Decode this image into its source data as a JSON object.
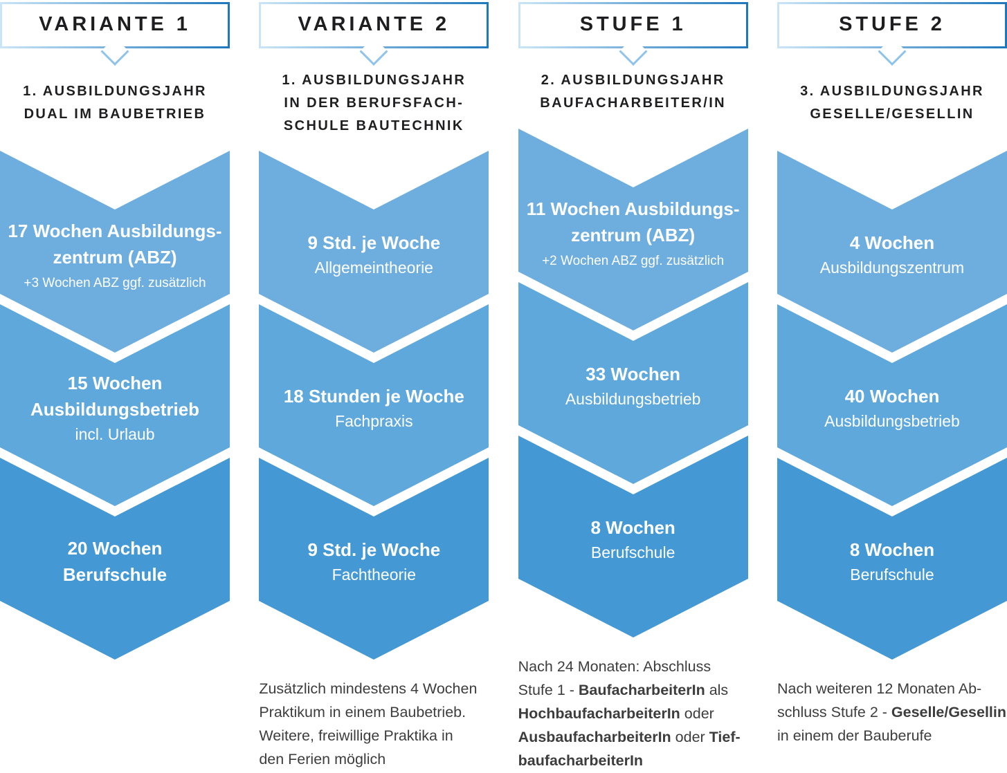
{
  "accent_colors": {
    "chevron_1": "#6EAEDF",
    "chevron_2": "#5FA8DC",
    "chevron_3": "#4499D4",
    "badge_border_from": "#CBE5F7",
    "badge_border_to": "#1E77BC",
    "heading_text": "#1E1E20",
    "footnote_text": "#3D3D3D"
  },
  "columns": [
    {
      "badge": "VARIANTE 1",
      "subtitle": "1. AUSBILDUNGSJAHR\nDUAL IM BAUBETRIEB",
      "chevrons": [
        {
          "bold": "17 Wochen Ausbildungs-\nzentrum (ABZ)",
          "regular": "",
          "small": "+3 Wochen ABZ ggf. zusätzlich"
        },
        {
          "bold": "15 Wochen\nAusbildungsbetrieb",
          "regular": "incl. Urlaub",
          "small": ""
        },
        {
          "bold": "20 Wochen\nBerufschule",
          "regular": "",
          "small": ""
        }
      ],
      "footer": []
    },
    {
      "badge": "VARIANTE 2",
      "subtitle": "1. AUSBILDUNGSJAHR\nIN DER BERUFSFACH-\nSCHULE BAUTECHNIK",
      "chevrons": [
        {
          "bold": "9 Std. je Woche",
          "regular": "Allgemeintheorie",
          "small": ""
        },
        {
          "bold": "18 Stunden je Woche",
          "regular": "Fachpraxis",
          "small": ""
        },
        {
          "bold": "9 Std. je Woche",
          "regular": "Fachtheorie",
          "small": ""
        }
      ],
      "footer": [
        {
          "text": "Zusätzlich mindestens 4 Wochen\nPraktikum in einem Baubetrieb.\nWeitere, freiwillige Praktika in\nden Ferien möglich",
          "bold": false
        }
      ]
    },
    {
      "badge": "STUFE 1",
      "subtitle": "2. AUSBILDUNGSJAHR\nBAUFACHARBEITER/IN",
      "chevrons": [
        {
          "bold": "11 Wochen Ausbildungs-\nzentrum (ABZ)",
          "regular": "",
          "small": "+2 Wochen ABZ ggf. zusätzlich"
        },
        {
          "bold": "33 Wochen",
          "regular": "Ausbildungsbetrieb",
          "small": ""
        },
        {
          "bold": "8 Wochen",
          "regular": "Berufschule",
          "small": ""
        }
      ],
      "footer": [
        {
          "text": "Nach 24 Monaten: Abschluss\nStufe 1 - ",
          "bold": false
        },
        {
          "text": "BaufacharbeiterIn",
          "bold": true
        },
        {
          "text": " als\n",
          "bold": false
        },
        {
          "text": "HochbaufacharbeiterIn",
          "bold": true
        },
        {
          "text": " oder\n",
          "bold": false
        },
        {
          "text": "AusbaufacharbeiterIn",
          "bold": true
        },
        {
          "text": " oder ",
          "bold": false
        },
        {
          "text": "Tief-\nbaufacharbeiterIn",
          "bold": true
        }
      ]
    },
    {
      "badge": "STUFE 2",
      "subtitle": "3. AUSBILDUNGSJAHR\nGESELLE/GESELLIN",
      "chevrons": [
        {
          "bold": "4 Wochen",
          "regular": "Ausbildungszentrum",
          "small": ""
        },
        {
          "bold": "40 Wochen",
          "regular": "Ausbildungsbetrieb",
          "small": ""
        },
        {
          "bold": "8 Wochen",
          "regular": "Berufschule",
          "small": ""
        }
      ],
      "footer": [
        {
          "text": "Nach weiteren 12 Monaten Ab-\nschluss Stufe 2 - ",
          "bold": false
        },
        {
          "text": "Geselle/Gesellin",
          "bold": true
        },
        {
          "text": "\nin einem der Bauberufe",
          "bold": false
        }
      ]
    }
  ]
}
